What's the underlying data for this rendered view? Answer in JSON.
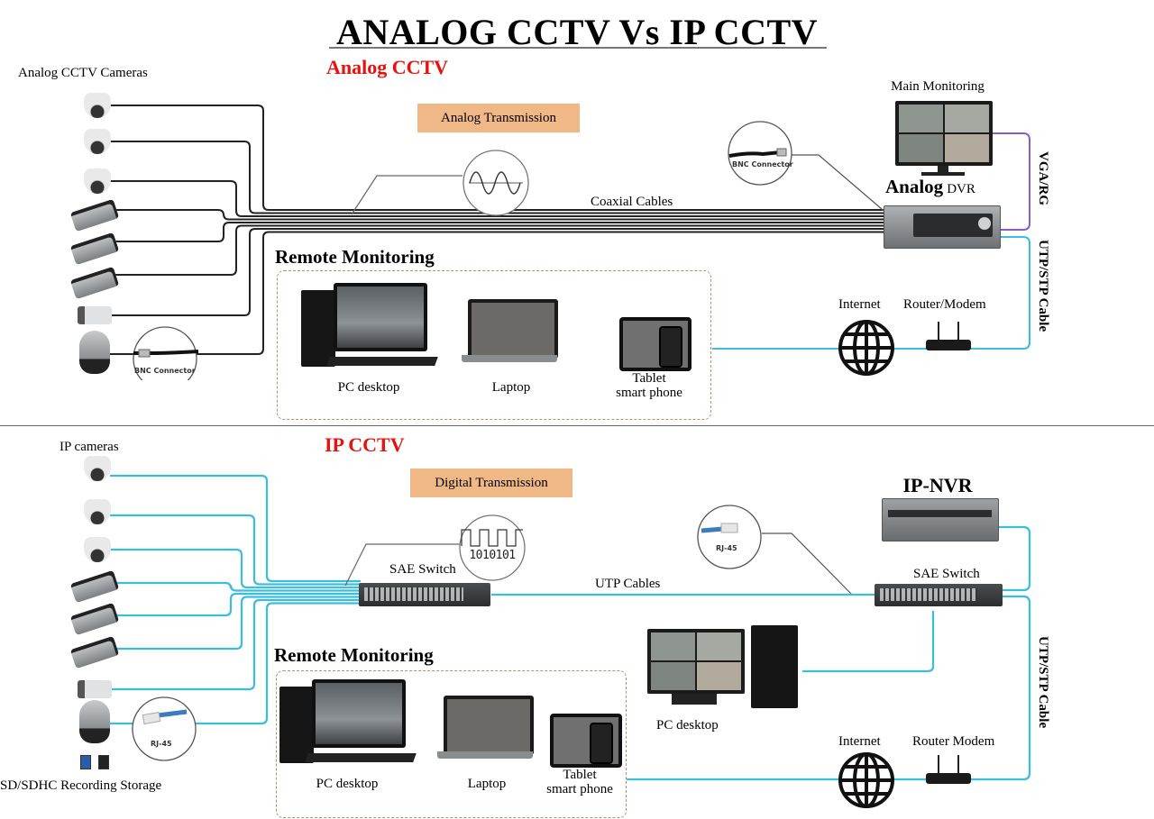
{
  "title": "ANALOG CCTV Vs IP CCTV",
  "colors": {
    "section_title": "#e8110e",
    "coax": "#222222",
    "utp": "#3bbde0",
    "vga": "#8a5cc8",
    "tag_bg": "#f0b887",
    "box_border": "#b8906a"
  },
  "analog": {
    "section_title": "Analog CCTV",
    "cameras_label": "Analog CCTV Cameras",
    "cameras": [
      "dome-camera",
      "dome-camera",
      "dome-camera",
      "bullet-camera",
      "bullet-camera",
      "bullet-camera",
      "box-camera",
      "ptz-camera"
    ],
    "transmission_tag": "Analog Transmission",
    "signal_icon": "sine-wave-icon",
    "cable_label": "Coaxial Cables",
    "bnc_label": "BNC Connector",
    "main_monitoring_label": "Main Monitoring",
    "dvr_label_main": "Analog",
    "dvr_label_sub": "DVR",
    "vga_label": "VGA/RG",
    "utp_label": "UTP/STP Cable",
    "remote_title": "Remote Monitoring",
    "remote_devices": [
      {
        "icon": "desktop-pc-icon",
        "label": "PC desktop"
      },
      {
        "icon": "laptop-icon",
        "label": "Laptop"
      },
      {
        "icon": "tablet-phone-icon",
        "label_line1": "Tablet",
        "label_line2": "smart phone"
      }
    ],
    "internet_label": "Internet",
    "router_label": "Router/Modem"
  },
  "ip": {
    "section_title": "IP CCTV",
    "cameras_label": "IP cameras",
    "cameras": [
      "dome-camera",
      "dome-camera",
      "dome-camera",
      "bullet-camera",
      "bullet-camera",
      "bullet-camera",
      "box-camera",
      "ptz-camera"
    ],
    "storage_label": "SD/SDHC Recording Storage",
    "transmission_tag": "Digital Transmission",
    "digital_bits": "1010101",
    "switch_label_1": "SAE Switch",
    "switch_label_2": "SAE Switch",
    "cable_label": "UTP Cables",
    "rj45_label": "RJ-45",
    "nvr_label": "IP-NVR",
    "pc_label": "PC desktop",
    "utp_label": "UTP/STP Cable",
    "remote_title": "Remote Monitoring",
    "remote_devices": [
      {
        "icon": "desktop-pc-icon",
        "label": "PC desktop"
      },
      {
        "icon": "laptop-icon",
        "label": "Laptop"
      },
      {
        "icon": "tablet-phone-icon",
        "label_line1": "Tablet",
        "label_line2": "smart phone"
      }
    ],
    "internet_label": "Internet",
    "router_label": "Router Modem"
  }
}
